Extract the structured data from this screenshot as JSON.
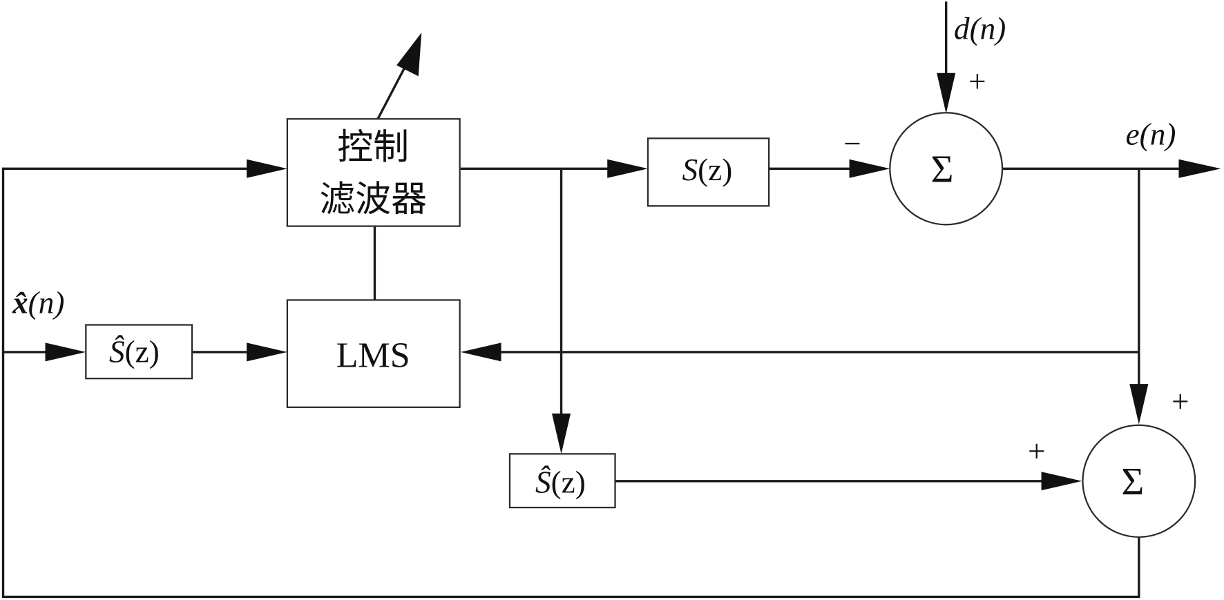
{
  "title": "FxLMS active noise control block diagram",
  "blocks": {
    "control_filter": {
      "line1": "控制",
      "line2": "滤波器"
    },
    "lms": {
      "label": "LMS"
    },
    "secondary_path": {
      "name": "S",
      "arg": "(z)"
    },
    "secondary_path_estimate_1": {
      "name": "Ŝ",
      "arg": "(z)"
    },
    "secondary_path_estimate_2": {
      "name": "Ŝ",
      "arg": "(z)"
    },
    "summer_1": {
      "symbol": "Σ"
    },
    "summer_2": {
      "symbol": "Σ"
    }
  },
  "signals": {
    "x_hat": {
      "name": "x̂",
      "arg": "(n)"
    },
    "d": {
      "name": "d",
      "arg": "(n)"
    },
    "e": {
      "name": "e",
      "arg": "(n)"
    }
  },
  "signs": {
    "summer_1_top": "+",
    "summer_1_left": "−",
    "summer_2_top": "+",
    "summer_2_left": "+"
  }
}
